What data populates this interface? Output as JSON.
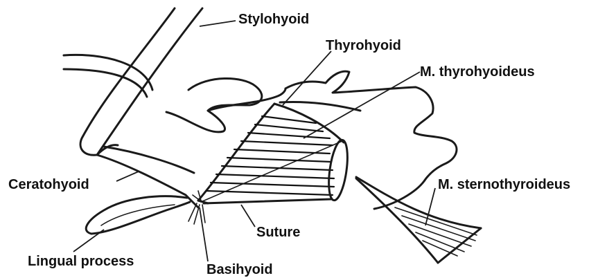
{
  "labels": {
    "stylohyoid": "Stylohyoid",
    "thyrohyoid": "Thyrohyoid",
    "m_thyrohyoideus": "M. thyrohyoideus",
    "ceratohyoid": "Ceratohyoid",
    "m_sternothyroideus": "M. sternothyroideus",
    "suture": "Suture",
    "lingual_process": "Lingual process",
    "basihyoid": "Basihyoid"
  },
  "colors": {
    "ink": "#1a1a1a",
    "background": "#ffffff"
  }
}
